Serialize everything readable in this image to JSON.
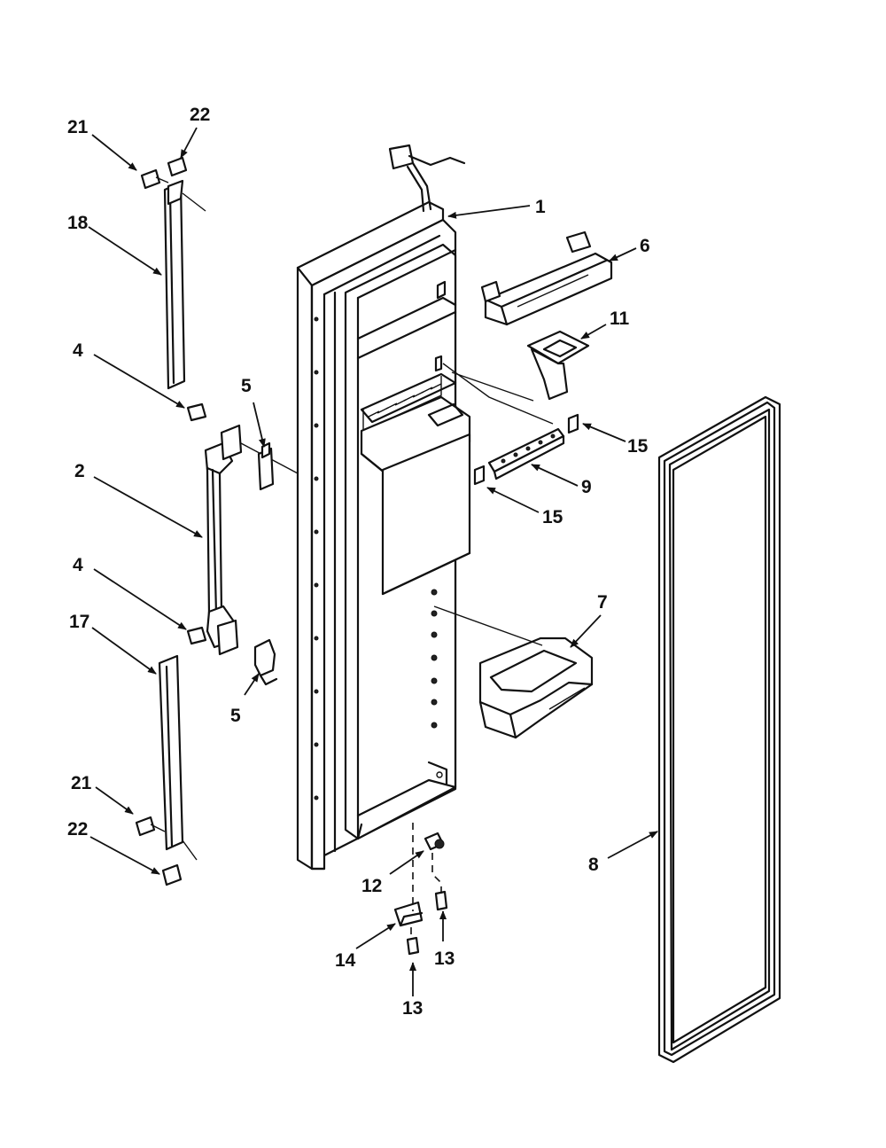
{
  "callouts": {
    "c1": "1",
    "c2": "2",
    "c4a": "4",
    "c4b": "4",
    "c5a": "5",
    "c5b": "5",
    "c6": "6",
    "c7": "7",
    "c8": "8",
    "c9": "9",
    "c11": "11",
    "c12": "12",
    "c13a": "13",
    "c13b": "13",
    "c14": "14",
    "c15a": "15",
    "c15b": "15",
    "c17": "17",
    "c18": "18",
    "c21a": "21",
    "c21b": "21",
    "c22a": "22",
    "c22b": "22"
  }
}
